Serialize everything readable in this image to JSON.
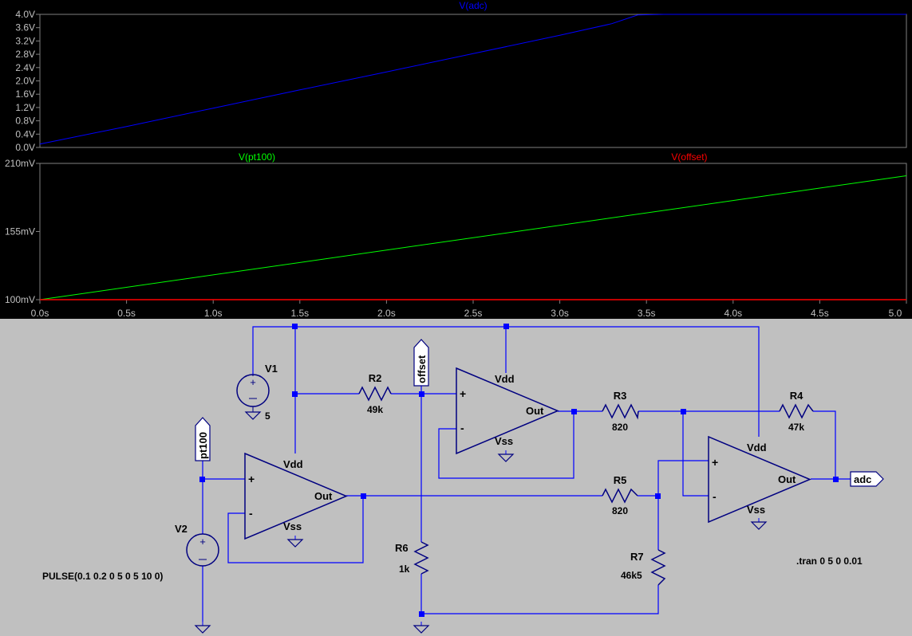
{
  "chart_data": [
    {
      "type": "line",
      "title": "V(adc)",
      "yticks": [
        "4.0V",
        "3.6V",
        "3.2V",
        "2.8V",
        "2.4V",
        "2.0V",
        "1.6V",
        "1.2V",
        "0.8V",
        "0.4V",
        "0.0V"
      ],
      "ylim": [
        0,
        4.0
      ],
      "xlim": [
        0,
        5.0
      ],
      "grid": false,
      "series": [
        {
          "name": "V(adc)",
          "color": "#0000ff",
          "x": [
            0,
            0.5,
            1.0,
            1.5,
            2.0,
            2.5,
            3.0,
            3.3,
            3.45,
            3.6,
            4.0,
            4.5,
            5.0
          ],
          "y": [
            0.1,
            0.63,
            1.18,
            1.73,
            2.27,
            2.82,
            3.37,
            3.72,
            3.98,
            4.0,
            4.0,
            4.0,
            4.0
          ]
        }
      ]
    },
    {
      "type": "line",
      "yticks": [
        "210mV",
        "155mV",
        "100mV"
      ],
      "xticks": [
        "0.0s",
        "0.5s",
        "1.0s",
        "1.5s",
        "2.0s",
        "2.5s",
        "3.0s",
        "3.5s",
        "4.0s",
        "4.5s",
        "5.0"
      ],
      "ylim": [
        100,
        210
      ],
      "xlim": [
        0,
        5.0
      ],
      "grid": false,
      "series": [
        {
          "name": "V(pt100)",
          "color": "#00ff00",
          "x": [
            0,
            5.0
          ],
          "y": [
            100,
            200
          ]
        },
        {
          "name": "V(offset)",
          "color": "#ff0000",
          "x": [
            0,
            5.0
          ],
          "y": [
            100,
            100
          ]
        }
      ]
    }
  ],
  "schematic": {
    "components": {
      "v1": {
        "name": "V1",
        "value": "5"
      },
      "v2": {
        "name": "V2",
        "value": "PULSE(0.1 0.2 0 5 0 5 10 0)"
      },
      "r2": {
        "name": "R2",
        "value": "49k"
      },
      "r3": {
        "name": "R3",
        "value": "820"
      },
      "r4": {
        "name": "R4",
        "value": "47k"
      },
      "r5": {
        "name": "R5",
        "value": "820"
      },
      "r6": {
        "name": "R6",
        "value": "1k"
      },
      "r7": {
        "name": "R7",
        "value": "46k5"
      }
    },
    "opamp": {
      "vdd": "Vdd",
      "vss": "Vss",
      "out": "Out",
      "plus": "+",
      "minus": "-"
    },
    "net_labels": {
      "pt100": "pt100",
      "offset": "offset",
      "adc": "adc"
    },
    "directive": ".tran 0 5 0 0.01",
    "colors": {
      "wire": "#0000ff",
      "component": "#000080",
      "text": "#000000",
      "background": "#c0c0c0"
    }
  }
}
